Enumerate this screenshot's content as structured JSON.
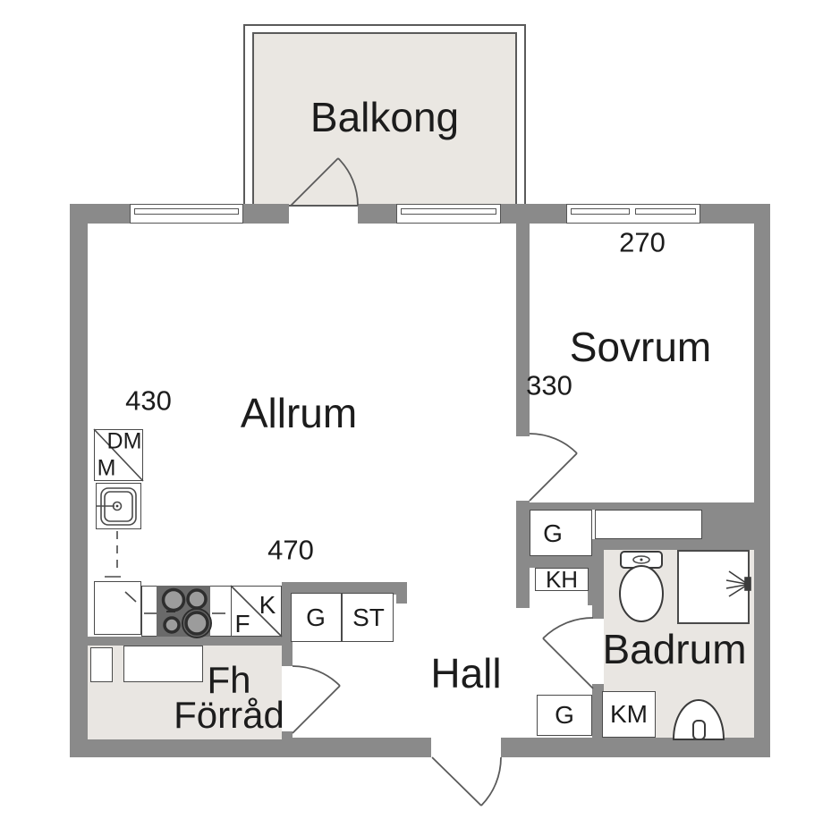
{
  "plan": {
    "rooms": {
      "balkong": "Balkong",
      "allrum": "Allrum",
      "sovrum": "Sovrum",
      "hall": "Hall",
      "badrum": "Badrum",
      "forrad_line1": "Fh",
      "forrad_line2": "Förråd"
    },
    "dimensions_cm": {
      "allrum_width": "430",
      "allrum_length": "470",
      "sovrum_width": "270",
      "sovrum_length": "330"
    },
    "fixtures": {
      "dm": "DM",
      "m": "M",
      "k": "K",
      "f": "F",
      "g_kitchen": "G",
      "st": "ST",
      "g_bedroom": "G",
      "kh": "KH",
      "g_hall": "G",
      "km": "KM"
    },
    "colors": {
      "wall": "#8a8a8a",
      "floor": "#ffffff",
      "balcony_fill": "#eae7e2",
      "storage_fill": "#e9e6e2",
      "bathroom_fill": "#e9e6e2",
      "line": "#4a4a4a",
      "text": "#1c1c1c",
      "stove": "#6a6a6a",
      "burner": "#9c9c9c"
    }
  }
}
